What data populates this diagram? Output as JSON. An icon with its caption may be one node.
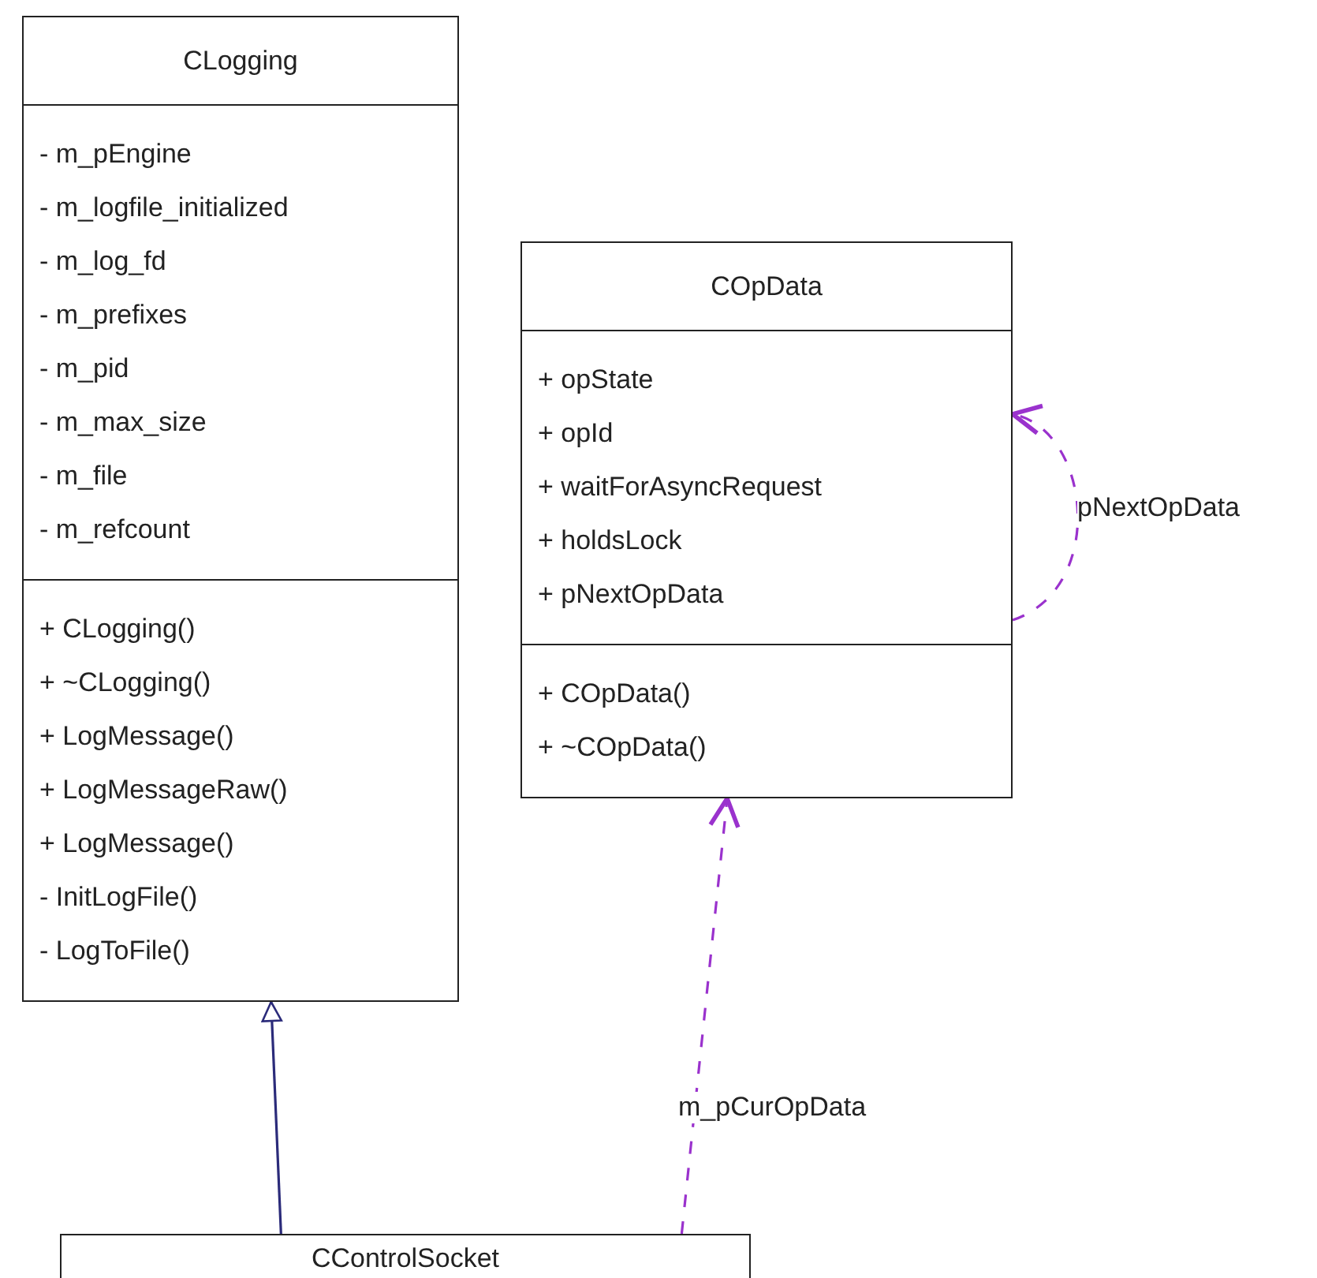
{
  "diagram": {
    "nodes": [
      {
        "text": [
          "CLogging",
          "- m_pEngine",
          "- m_logfile_initialized",
          "- m_log_fd",
          "- m_prefixes",
          "- m_pid",
          "- m_max_size",
          "- m_file",
          "- m_refcount",
          "+ CLogging()",
          "+ ~CLogging()",
          "+ LogMessage()",
          "+ LogMessageRaw()",
          "+ LogMessage()",
          "- InitLogFile()",
          "- LogToFile()"
        ]
      },
      {
        "text": [
          "COpData",
          "+ opState",
          "+ opId",
          "+ waitForAsyncRequest",
          "+ holdsLock",
          "+ pNextOpData",
          "+ COpData()",
          "+ ~COpData()"
        ]
      },
      {
        "text": [
          "CControlSocket"
        ]
      }
    ],
    "edges": [
      {
        "from": 2,
        "to": 0,
        "arrow": "to",
        "color": "#2b2b7a"
      },
      {
        "from": 2,
        "to": 1,
        "arrow": "to",
        "label": "m_pCurOpData",
        "style": "dashed",
        "color": "#9a32cd"
      },
      {
        "from": 1,
        "to": 1,
        "arrow": "to",
        "label": "pNextOpData",
        "style": "dashed",
        "color": "#9a32cd"
      }
    ]
  }
}
